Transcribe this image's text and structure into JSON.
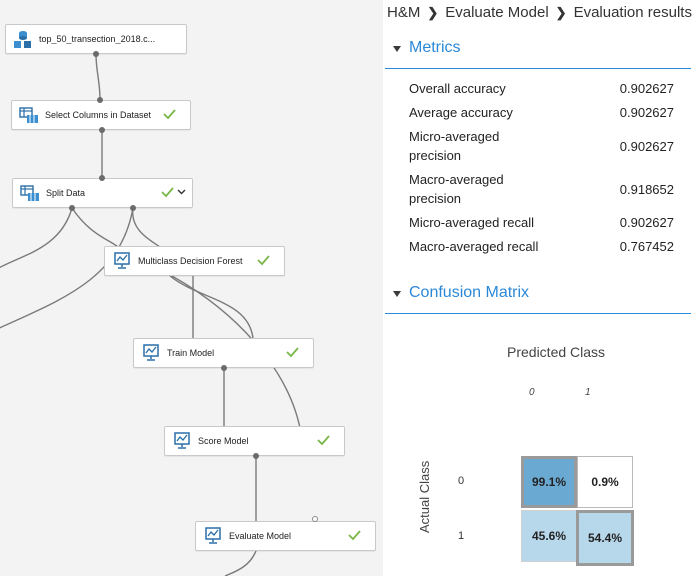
{
  "canvas": {
    "modules": [
      {
        "id": "dataset",
        "label": "top_50_transection_2018.c...",
        "icon": "dataset-icon",
        "check": false,
        "chevron": false
      },
      {
        "id": "select-columns",
        "label": "Select Columns in Dataset",
        "icon": "table-module-icon",
        "check": true,
        "chevron": false
      },
      {
        "id": "split-data",
        "label": "Split Data",
        "icon": "table-module-icon",
        "check": true,
        "chevron": true
      },
      {
        "id": "decision-forest",
        "label": "Multiclass Decision Forest",
        "icon": "model-module-icon",
        "check": true,
        "chevron": false
      },
      {
        "id": "train-model",
        "label": "Train Model",
        "icon": "model-module-icon",
        "check": true,
        "chevron": false
      },
      {
        "id": "score-model",
        "label": "Score Model",
        "icon": "model-module-icon",
        "check": true,
        "chevron": false
      },
      {
        "id": "evaluate-model",
        "label": "Evaluate Model",
        "icon": "model-module-icon",
        "check": true,
        "chevron": false
      }
    ],
    "check_color": "#7ab648",
    "wire_color": "#7a7a7a"
  },
  "panel": {
    "breadcrumb": [
      "H&M",
      "Evaluate Model",
      "Evaluation results"
    ],
    "metrics_title": "Metrics",
    "metrics": [
      {
        "name": "Overall accuracy",
        "value": "0.902627"
      },
      {
        "name": "Average accuracy",
        "value": "0.902627"
      },
      {
        "name": "Micro-averaged precision",
        "value": "0.902627"
      },
      {
        "name": "Macro-averaged precision",
        "value": "0.918652"
      },
      {
        "name": "Micro-averaged recall",
        "value": "0.902627"
      },
      {
        "name": "Macro-averaged recall",
        "value": "0.767452"
      }
    ],
    "confusion_title": "Confusion Matrix",
    "accent_color": "#2b88d8"
  },
  "confusion_matrix": {
    "predicted_title": "Predicted Class",
    "actual_title": "Actual Class",
    "predicted_labels": [
      "0",
      "1"
    ],
    "actual_labels": [
      "0",
      "1"
    ],
    "cells": [
      [
        "99.1%",
        "0.9%"
      ],
      [
        "45.6%",
        "54.4%"
      ]
    ],
    "cell_colors": [
      [
        "#6aa9d2",
        "#ffffff"
      ],
      [
        "#b7d7ea",
        "#b7d7ea"
      ]
    ]
  }
}
